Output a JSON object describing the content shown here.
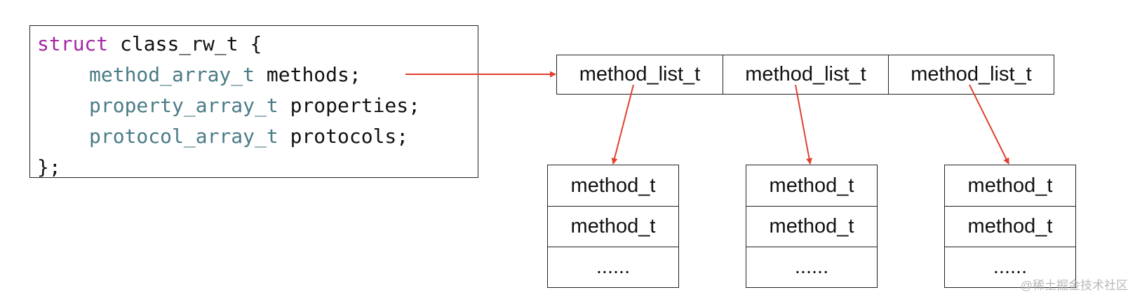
{
  "code": {
    "line1": {
      "keyword": "struct",
      "rest": " class_rw_t {"
    },
    "line2": {
      "type": "method_array_t",
      "rest": " methods;"
    },
    "line3": {
      "type": "property_array_t",
      "rest": " properties;"
    },
    "line4": {
      "type": "protocol_array_t",
      "rest": " protocols;"
    },
    "line5": "};"
  },
  "lists": [
    "method_list_t",
    "method_list_t",
    "method_list_t"
  ],
  "method_stacks": [
    [
      "method_t",
      "method_t",
      "......"
    ],
    [
      "method_t",
      "method_t",
      "......"
    ],
    [
      "method_t",
      "method_t",
      "......"
    ]
  ],
  "arrow_color": "#e04030",
  "watermark": "@稀土掘金技术社区"
}
